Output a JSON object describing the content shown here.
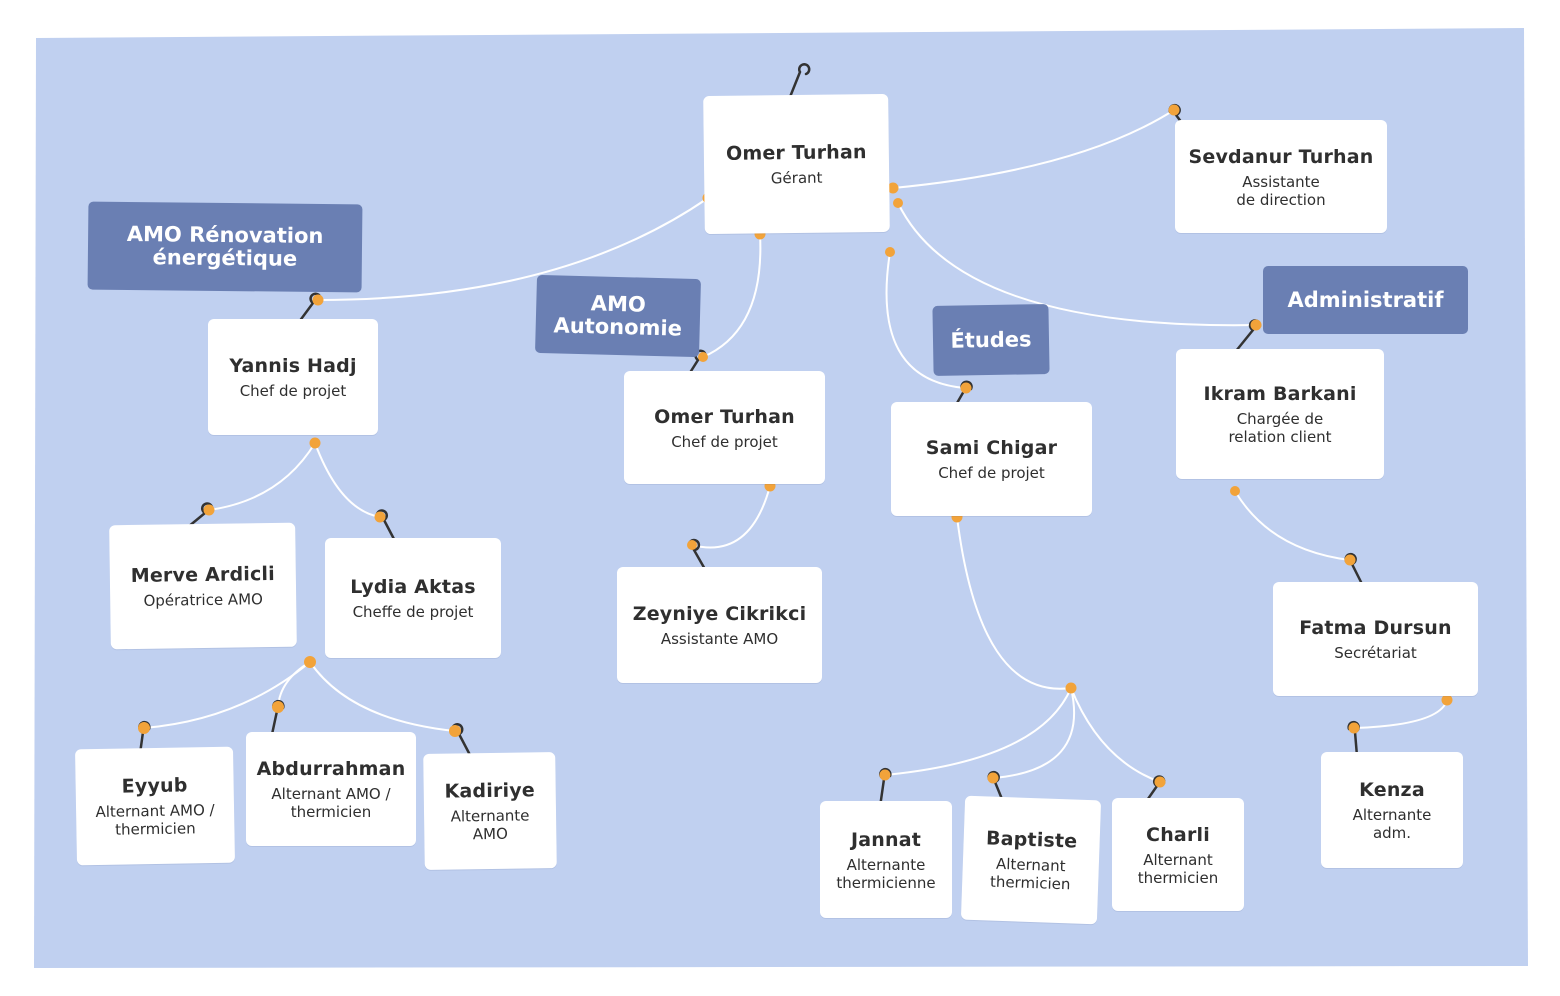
{
  "colors": {
    "board": "#c0d0f0",
    "card": "#ffffff",
    "label": "#6a7fb3",
    "connector": "#f2a33a",
    "line": "#ffffff",
    "hook": "#333333"
  },
  "labels": {
    "amo_renovation": "AMO Rénovation\nénergétique",
    "amo_autonomie": "AMO\nAutonomie",
    "etudes": "Études",
    "administratif": "Administratif"
  },
  "people": {
    "gerant": {
      "name": "Omer Turhan",
      "role": "Gérant"
    },
    "assistante_direction": {
      "name": "Sevdanur Turhan",
      "role": "Assistante\nde direction"
    },
    "yannis": {
      "name": "Yannis Hadj",
      "role": "Chef de projet"
    },
    "omer_chef": {
      "name": "Omer Turhan",
      "role": "Chef de projet"
    },
    "sami": {
      "name": "Sami Chigar",
      "role": "Chef de projet"
    },
    "ikram": {
      "name": "Ikram Barkani",
      "role": "Chargée de\nrelation client"
    },
    "merve": {
      "name": "Merve Ardicli",
      "role": "Opératrice AMO"
    },
    "lydia": {
      "name": "Lydia Aktas",
      "role": "Cheffe de projet"
    },
    "zeyniye": {
      "name": "Zeyniye Cikrikci",
      "role": "Assistante AMO"
    },
    "fatma": {
      "name": "Fatma Dursun",
      "role": "Secrétariat"
    },
    "eyyub": {
      "name": "Eyyub",
      "role": "Alternant AMO /\nthermicien"
    },
    "abdurrahman": {
      "name": "Abdurrahman",
      "role": "Alternant AMO /\nthermicien"
    },
    "kadiriye": {
      "name": "Kadiriye",
      "role": "Alternante\nAMO"
    },
    "jannat": {
      "name": "Jannat",
      "role": "Alternante\nthermicienne"
    },
    "baptiste": {
      "name": "Baptiste",
      "role": "Alternant\nthermicien"
    },
    "charli": {
      "name": "Charli",
      "role": "Alternant\nthermicien"
    },
    "kenza": {
      "name": "Kenza",
      "role": "Alternante\nadm."
    }
  }
}
